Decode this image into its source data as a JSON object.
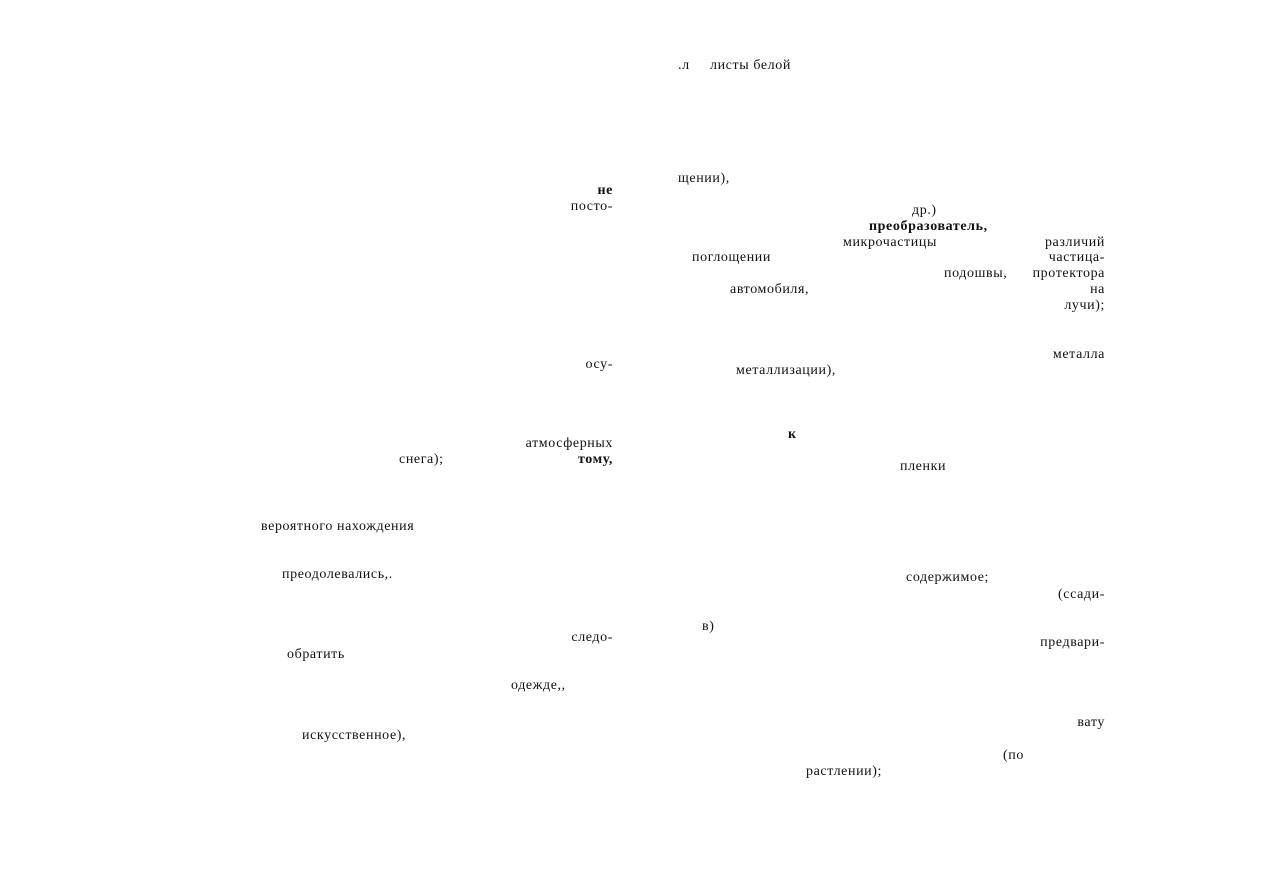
{
  "fragments": {
    "f01": ".л",
    "f02": "листы белой",
    "f03": "щении),",
    "f04": "не",
    "f05": "посто-",
    "f06": "др.)",
    "f07": "преобразователь,",
    "f08": "микрочастицы",
    "f09": "различий",
    "f10": "поглощении",
    "f11": "частица-",
    "f12": "подошвы,",
    "f13": "протектора",
    "f14": "автомобиля,",
    "f15": "на",
    "f16": "лучи);",
    "f17": "металла",
    "f18": "осу-",
    "f19": "металлизации),",
    "f20": "к",
    "f21": "атмосферных",
    "f22": "снега);",
    "f23": "тому,",
    "f24": "пленки",
    "f25": "вероятного нахождения",
    "f26": "преодолевались,.",
    "f27": "содержимое;",
    "f28": "(ссади-",
    "f29": "в)",
    "f30": "следо-",
    "f31": "предвари-",
    "f32": "обратить",
    "f33": "одежде,,",
    "f34": "вату",
    "f35": "искусственное),",
    "f36": "(по",
    "f37": "растлении);"
  }
}
